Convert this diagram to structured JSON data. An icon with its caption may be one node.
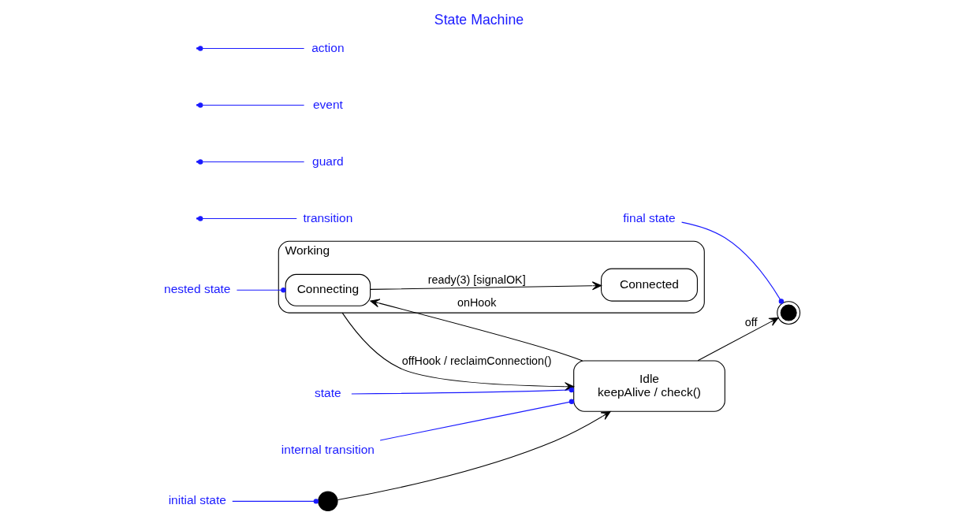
{
  "diagram": {
    "title": "State Machine",
    "nodes": [
      {
        "text": [],
        "shape": "circle"
      },
      {
        "text": [],
        "shape": "circle"
      },
      {
        "text": [
          "Idle",
          "keepAlive / check()"
        ]
      },
      {
        "text": [
          "Working"
        ]
      },
      {
        "text": [
          "Connecting"
        ],
        "in": 3
      },
      {
        "text": [
          "Connected"
        ],
        "in": 3
      },
      {
        "text": [
          "final state"
        ]
      },
      {
        "text": [
          "state"
        ]
      },
      {
        "text": [
          "initial state"
        ]
      },
      {
        "text": [
          "internal transition"
        ]
      },
      {
        "text": [
          "transition"
        ]
      },
      {
        "text": [
          "nested state"
        ]
      },
      {
        "text": [
          "guard"
        ]
      },
      {
        "text": [
          "event"
        ]
      },
      {
        "text": [
          "action"
        ]
      }
    ],
    "edges": [
      {
        "from": 0,
        "to": 2,
        "arrow": "to",
        "color": "#000000"
      },
      {
        "from": 2,
        "to": 1,
        "arrow": "to",
        "label": "off",
        "color": "#000000"
      },
      {
        "from": 2,
        "to": 4,
        "arrow": "to",
        "label": "onHook",
        "color": "#000000"
      },
      {
        "from": 3,
        "to": 2,
        "arrow": "to",
        "label": "offHook / reclaimConnection()",
        "color": "#000000"
      },
      {
        "from": 4,
        "to": 5,
        "arrow": "to",
        "label": "ready(3) [signalOK]",
        "color": "#000000"
      },
      {
        "from": 6,
        "to": 1,
        "arrow": "other",
        "color": "#1a1aff"
      },
      {
        "from": 7,
        "to": 2,
        "arrow": "other",
        "color": "#1a1aff"
      },
      {
        "from": 8,
        "to": 0,
        "arrow": "other",
        "color": "#1a1aff"
      },
      {
        "from": 9,
        "to": 2,
        "arrow": "other",
        "color": "#1a1aff"
      },
      {
        "from": 10,
        "to": null,
        "arrow": "other",
        "color": "#1a1aff"
      },
      {
        "from": 11,
        "to": 4,
        "arrow": "other",
        "color": "#1a1aff"
      },
      {
        "from": 12,
        "to": null,
        "arrow": "other",
        "color": "#1a1aff"
      },
      {
        "from": 13,
        "to": null,
        "arrow": "other",
        "color": "#1a1aff"
      },
      {
        "from": 14,
        "to": null,
        "arrow": "other",
        "color": "#1a1aff"
      }
    ]
  }
}
